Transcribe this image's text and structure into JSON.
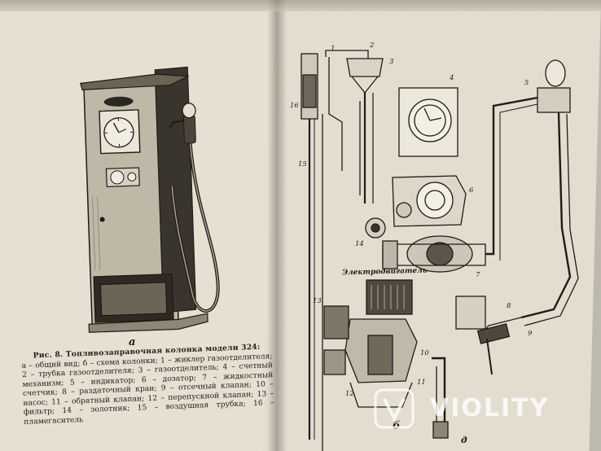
{
  "caption": {
    "title": "Рис. 8. Топливозаправочная колонка модели 324:",
    "body": "а – общий вид; б – схема колонки; 1 – жиклер газоотделителя; 2 – трубка газоотделителя; 3 – газоотделитель; 4 – счетный механизм; 5 – индикатор; 6 – дозатор; 7 – жидкостный счетчик; 8 – раздаточный кран; 9 – отсечный клапан; 10 – насос; 11 – обратный клапан; 12 – перепускной клапан; 13 – фильтр; 14 – золотник; 15 – воздушная трубка; 16 – пламегаситель"
  },
  "figure_labels": {
    "a": "а",
    "b": "б",
    "d": "д"
  },
  "motor_label": "Электродвигатель",
  "callouts": [
    "1",
    "2",
    "3",
    "4",
    "5",
    "6",
    "7",
    "8",
    "9",
    "10",
    "11",
    "12",
    "13",
    "14",
    "15",
    "16"
  ],
  "watermark": {
    "text": "VIOLITY"
  }
}
